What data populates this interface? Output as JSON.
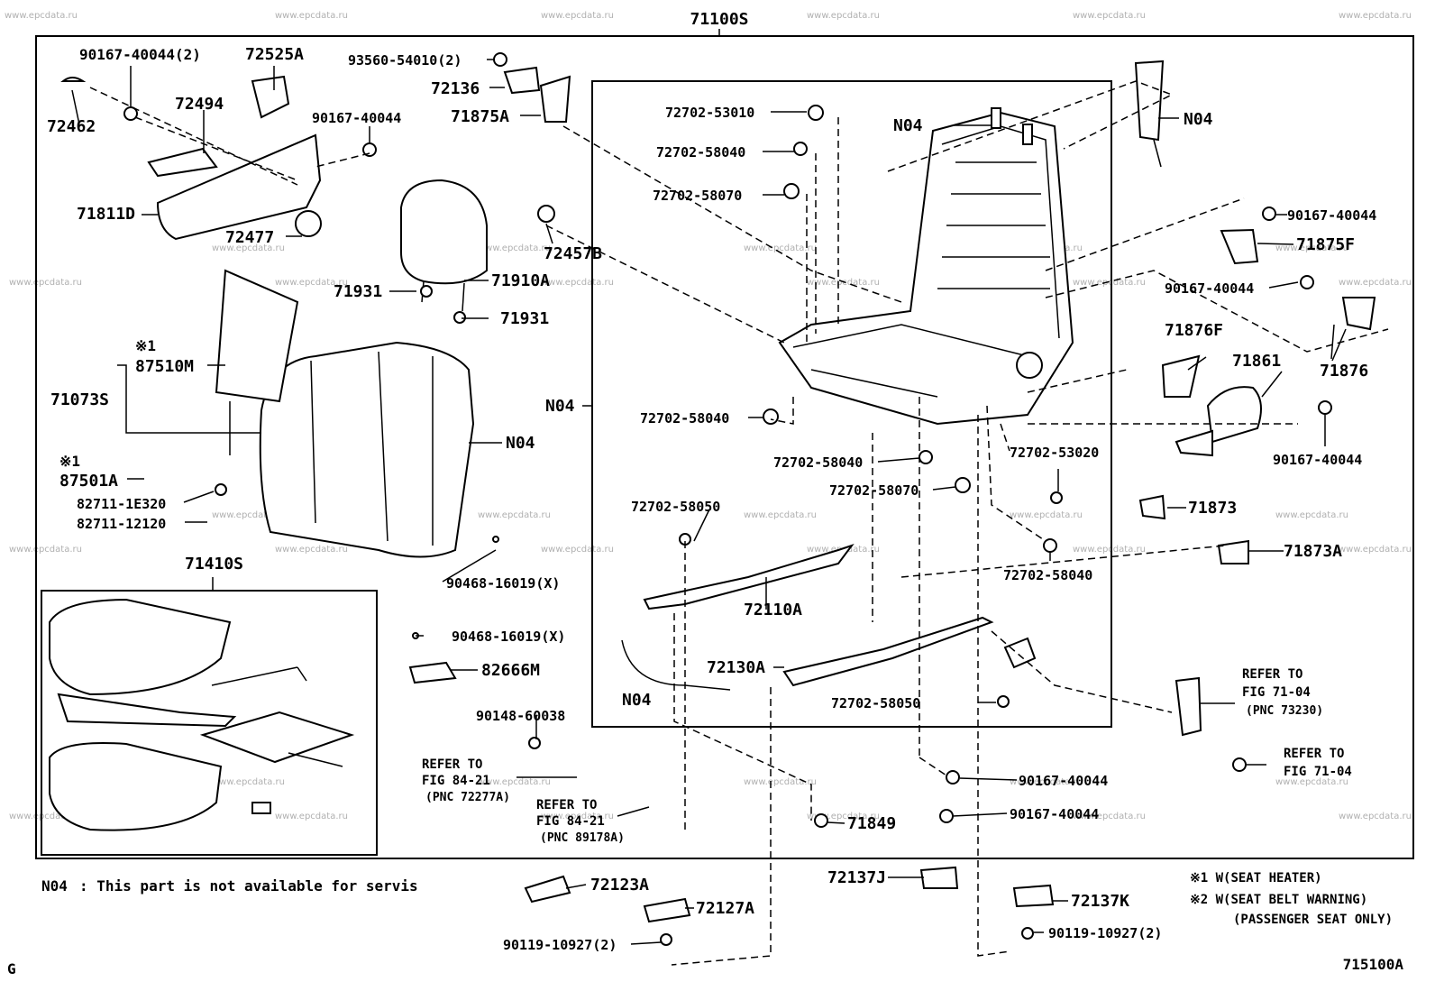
{
  "diagram": {
    "assembly_number": "71100S",
    "figure_code": "715100A",
    "corner_letter": "G",
    "watermark": "www.epcdata.ru",
    "note_code": "N04",
    "note_text": ": This part is not available for servis",
    "footnotes": [
      "※1 W(SEAT HEATER)",
      "※2 W(SEAT BELT WARNING)",
      "(PASSENGER SEAT ONLY)"
    ],
    "references": [
      [
        "REFER TO",
        "FIG 84-21",
        "(PNC 72277A)"
      ],
      [
        "REFER TO",
        "FIG 84-21",
        "(PNC 89178A)"
      ],
      [
        "REFER TO",
        "FIG 71-04",
        "(PNC 73230)"
      ],
      [
        "REFER TO",
        "FIG 71-04"
      ]
    ],
    "labels": [
      "90167-40044(2)",
      "72525A",
      "93560-54010(2)",
      "72136",
      "71875A",
      "72462",
      "72494",
      "90167-40044",
      "71811D",
      "72477",
      "72457B",
      "71931",
      "71910A",
      "71931",
      "※1",
      "87510M",
      "71073S",
      "※1",
      "87501A",
      "82711-1E320",
      "82711-12120",
      "N04",
      "N04",
      "90468-16019(X)",
      "71410S",
      "90468-16019(X)",
      "82666M",
      "90148-60038",
      "72702-53010",
      "72702-58040",
      "72702-58070",
      "N04",
      "N04",
      "90167-40044",
      "71875F",
      "90167-40044",
      "71876F",
      "71861",
      "71876",
      "90167-40044",
      "72702-58040",
      "72702-58040",
      "72702-53020",
      "72702-58070",
      "72702-58050",
      "71873",
      "71873A",
      "72702-58040",
      "72110A",
      "72130A",
      "N04",
      "72702-58050",
      "90167-40044",
      "90167-40044",
      "71849",
      "72123A",
      "72127A",
      "90119-10927(2)",
      "72137J",
      "72137K",
      "90119-10927(2)"
    ]
  }
}
